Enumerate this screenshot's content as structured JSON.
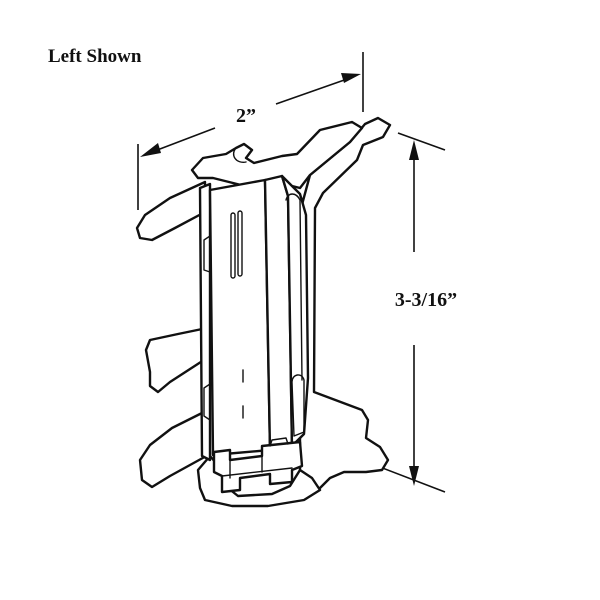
{
  "caption": "Left Shown",
  "dimensions": {
    "width_label": "2”",
    "height_label": "3-3/16”"
  },
  "colors": {
    "line": "#111111",
    "background": "#ffffff"
  }
}
